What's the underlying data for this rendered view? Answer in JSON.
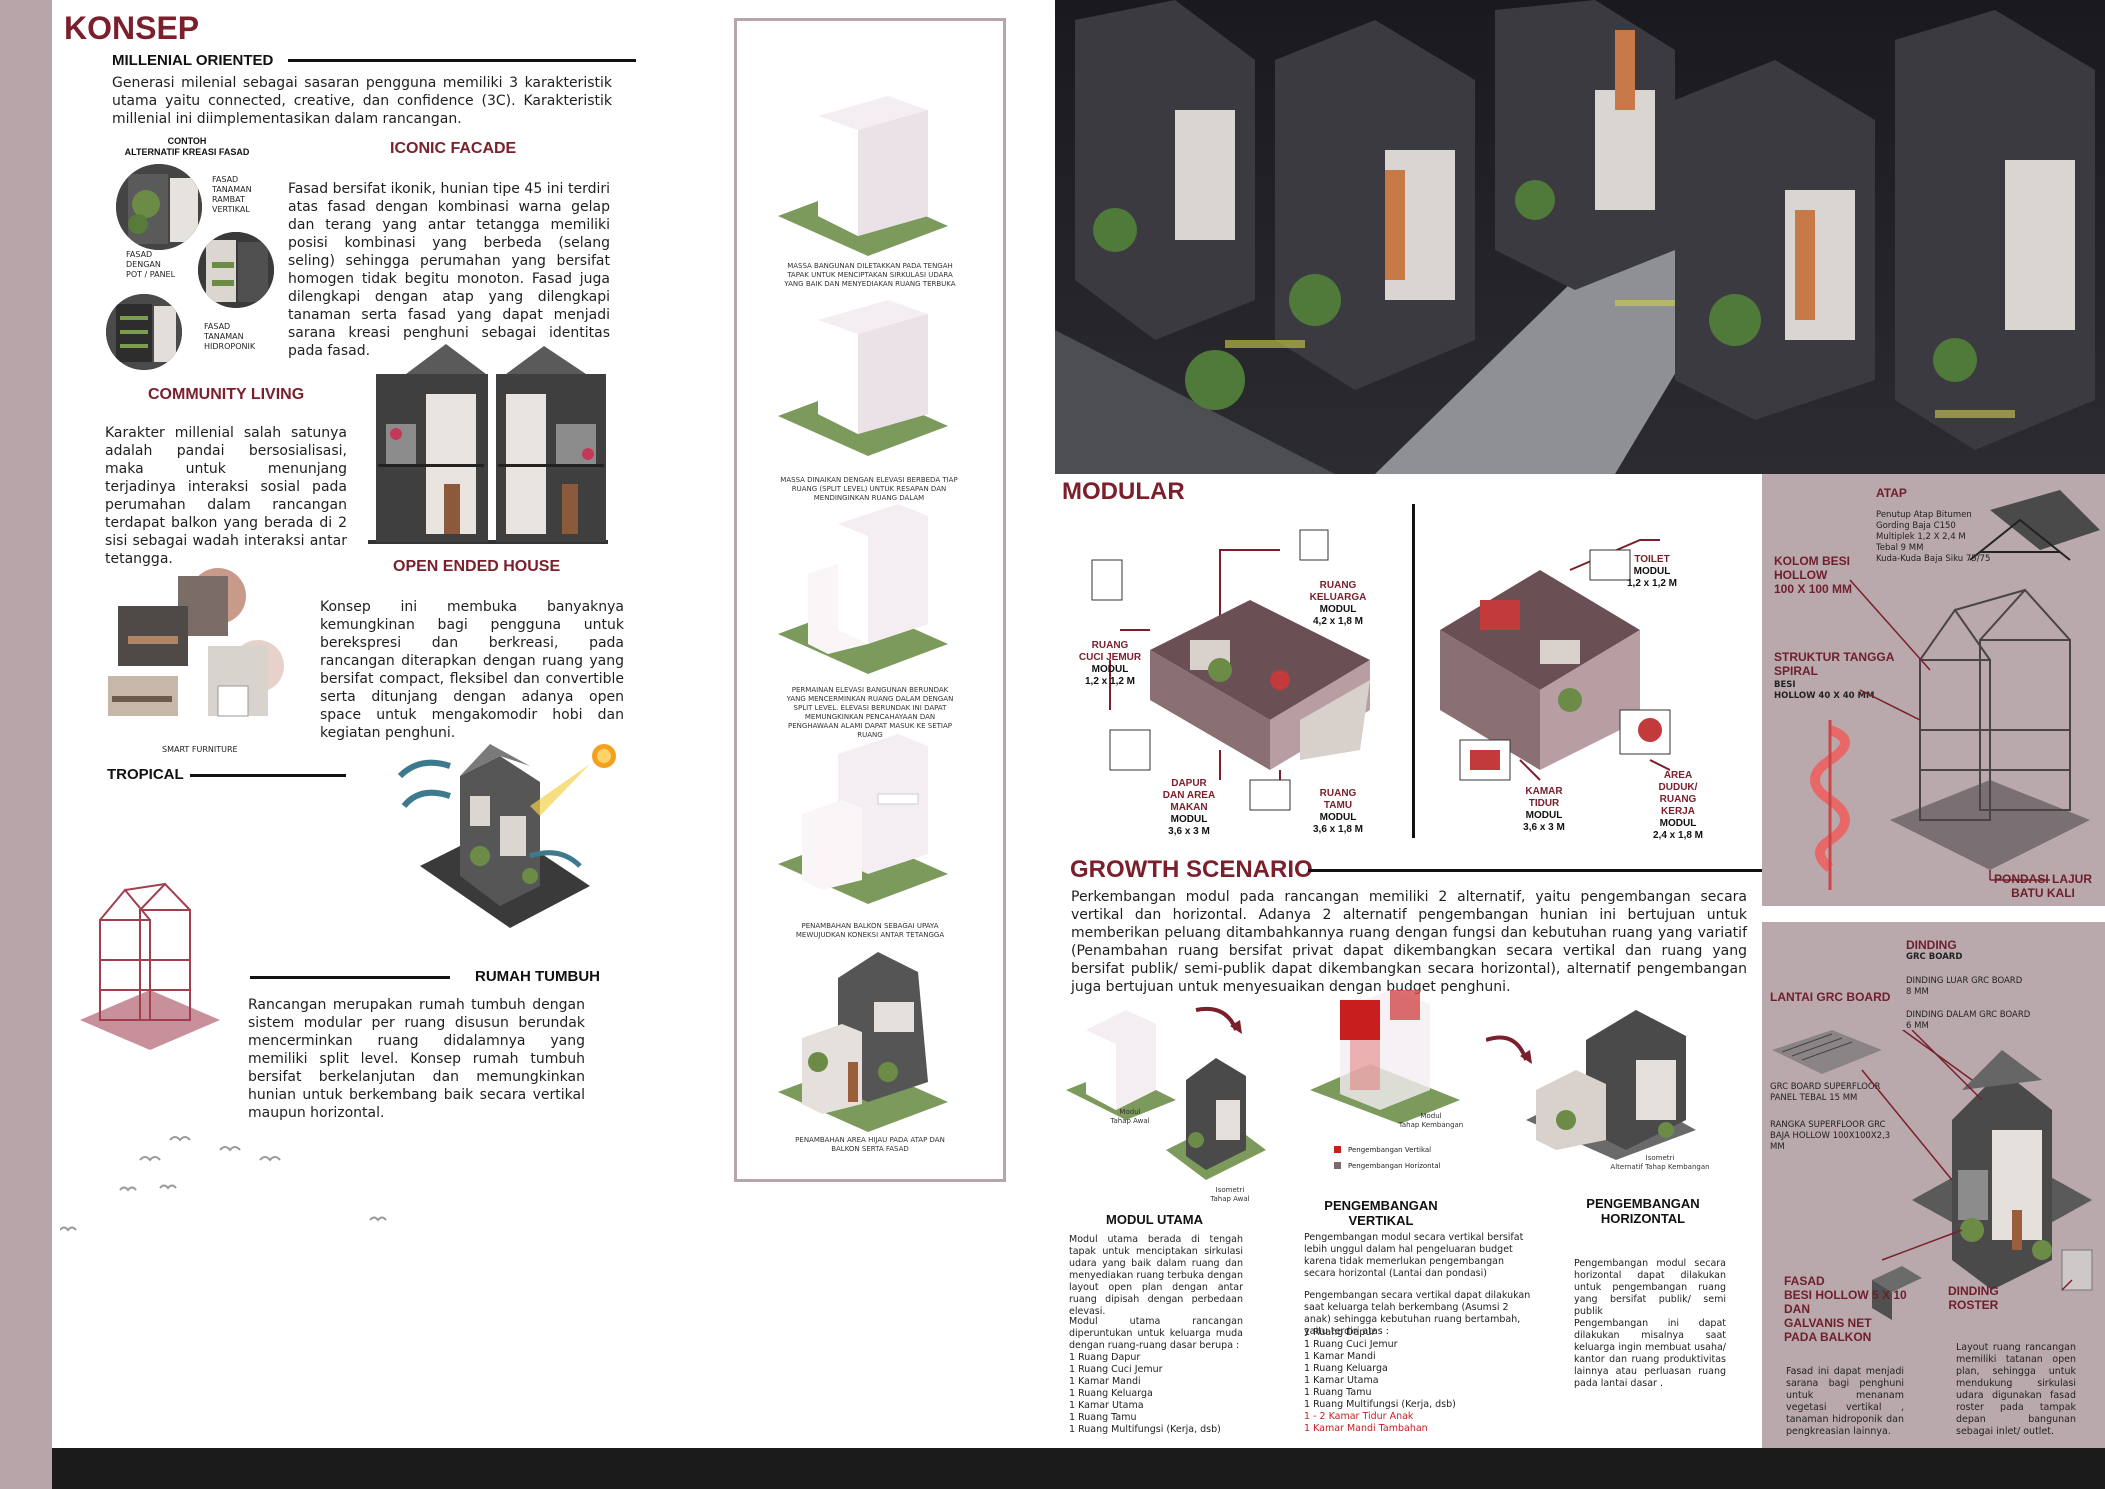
{
  "konsep": {
    "title": "KONSEP",
    "millenial_heading": "MILLENIAL ORIENTED",
    "millenial_text": "Generasi milenial sebagai sasaran pengguna memiliki 3 karakteristik utama yaitu connected, creative, dan confidence (3C). Karakteristik millenial ini diimplementasikan dalam rancangan.",
    "contoh_label": "CONTOH\nALTERNATIF KREASI FASAD",
    "circle_labels": [
      "FASAD\nTANAMAN\nRAMBAT\nVERTIKAL",
      "FASAD\nDENGAN\nPOT / PANEL",
      "FASAD\nTANAMAN\nHIDROPONIK"
    ],
    "iconic_heading": "ICONIC FACADE",
    "iconic_text": "Fasad bersifat ikonik, hunian tipe 45 ini terdiri atas fasad dengan kombinasi warna gelap dan terang yang antar tetangga memiliki posisi kombinasi yang berbeda (selang seling) sehingga perumahan yang bersifat homogen tidak begitu monoton. Fasad juga dilengkapi dengan atap yang dilengkapi tanaman serta fasad yang dapat menjadi sarana kreasi penghuni sebagai identitas pada fasad.",
    "community_heading": "COMMUNITY LIVING",
    "community_text": "Karakter millenial salah satunya adalah pandai bersosialisasi, maka untuk menunjang terjadinya interaksi sosial pada perumahan dalam rancangan terdapat balkon yang berada di 2 sisi sebagai wadah interaksi antar tetangga.",
    "open_heading": "OPEN ENDED HOUSE",
    "open_text": "Konsep ini membuka banyaknya kemungkinan bagi pengguna untuk berekspresi dan berkreasi, pada rancangan diterapkan dengan ruang yang bersifat compact, fleksibel dan convertible serta ditunjang dengan adanya open space untuk mengakomodir hobi dan kegiatan penghuni.",
    "smart_furniture": "SMART FURNITURE",
    "tropical_heading": "TROPICAL",
    "rumah_heading": "RUMAH TUMBUH",
    "rumah_text": "Rancangan merupakan rumah tumbuh dengan sistem modular per ruang disusun berundak mencerminkan ruang didalamnya yang memiliki split level. Konsep rumah tumbuh bersifat berkelanjutan dan memungkinkan hunian untuk berkembang baik secara vertikal maupun horizontal."
  },
  "massing": {
    "captions": [
      "MASSA BANGUNAN DILETAKKAN PADA TENGAH TAPAK UNTUK MENCIPTAKAN SIRKULASI UDARA YANG BAIK DAN MENYEDIAKAN RUANG TERBUKA",
      "MASSA DINAIKAN DENGAN ELEVASI BERBEDA TIAP RUANG (SPLIT LEVEL) UNTUK RESAPAN DAN MENDINGINKAN RUANG DALAM",
      "PERMAINAN ELEVASI BANGUNAN BERUNDAK YANG MENCERMINKAN RUANG DALAM DENGAN SPLIT LEVEL. ELEVASI BERUNDAK INI DAPAT MEMUNGKINKAN PENCAHAYAAN DAN PENGHAWAAN ALAMI DAPAT MASUK KE SETIAP RUANG",
      "PENAMBAHAN BALKON SEBAGAI UPAYA MEWUJUDKAN KONEKSI ANTAR TETANGGA",
      "PENAMBAHAN AREA HIJAU PADA ATAP DAN BALKON SERTA FASAD"
    ]
  },
  "modular": {
    "title": "MODULAR",
    "left_modules": [
      {
        "name": "RUANG\nKELUARGA",
        "modul": "MODUL\n4,2 x 1,8 M"
      },
      {
        "name": "RUANG\nCUCI JEMUR",
        "modul": "MODUL\n1,2 x 1,2 M"
      },
      {
        "name": "DAPUR\nDAN AREA\nMAKAN",
        "modul": "MODUL\n3,6 x 3 M"
      },
      {
        "name": "RUANG\nTAMU",
        "modul": "MODUL\n3,6 x 1,8 M"
      }
    ],
    "right_modules": [
      {
        "name": "TOILET",
        "modul": "MODUL\n1,2 x 1,2 M"
      },
      {
        "name": "KAMAR\nTIDUR",
        "modul": "MODUL\n3,6 x 3 M"
      },
      {
        "name": "AREA\nDUDUK/\nRUANG\nKERJA",
        "modul": "MODUL\n2,4 x 1,8 M"
      }
    ]
  },
  "structure": {
    "atap_title": "ATAP",
    "atap_lines": [
      "Penutup Atap Bitumen",
      "Gording Baja C150",
      "Multiplek 1,2 X 2,4 M",
      "Tebal 9 MM",
      "Kuda-Kuda Baja Siku 75/75"
    ],
    "kolom": "KOLOM BESI\nHOLLOW\n100 X 100 MM",
    "tangga": "STRUKTUR TANGGA\nSPIRAL",
    "tangga_sub": "BESI\nHOLLOW 40 X 40 MM",
    "pondasi": "PONDASI LAJUR\nBATU KALI"
  },
  "material": {
    "dinding_title": "DINDING",
    "dinding_sub": "GRC BOARD",
    "dinding_luar": "DINDING LUAR GRC BOARD\n8 MM",
    "dinding_dalam": "DINDING DALAM GRC BOARD\n6 MM",
    "lantai": "LANTAI GRC BOARD",
    "grc_floor": "GRC BOARD SUPERFLOOR\nPANEL TEBAL 15 MM",
    "rangka": "RANGKA SUPERFLOOR GRC\nBAJA HOLLOW 100X100X2,3\nMM",
    "fasad_title": "FASAD\nBESI HOLLOW 5 X 10\nDAN\nGALVANIS NET\nPADA BALKON",
    "fasad_text": "Fasad ini dapat menjadi sarana bagi penghuni untuk menanam vegetasi vertikal , tanaman hidroponik dan pengkreasian lainnya.",
    "roster_title": "DINDING\nROSTER",
    "roster_text": "Layout ruang rancangan memiliki tatanan open plan, sehingga untuk mendukung sirkulasi udara digunakan fasad roster pada tampak depan bangunan sebagai inlet/ outlet."
  },
  "growth": {
    "title": "GROWTH SCENARIO",
    "text": "Perkembangan modul pada rancangan memiliki 2 alternatif, yaitu pengembangan secara vertikal dan horizontal. Adanya 2 alternatif pengembangan hunian ini bertujuan untuk memberikan peluang ditambahkannya ruang dengan fungsi dan kebutuhan ruang yang variatif (Penambahan ruang bersifat privat dapat dikembangkan secara vertikal dan ruang yang bersifat publik/ semi-publik dapat dikembangkan secara horizontal), alternatif pengembangan juga bertujuan untuk menyesuaikan dengan budget penghuni.",
    "img_labels": [
      "Modul\nTahap Awal",
      "Isometri\nTahap Awal",
      "Modul\nTahap Kembangan",
      "Isometri\nAlternatif Tahap Kembangan"
    ],
    "legend_vertikal": "Pengembangan Vertikal",
    "legend_horizontal": "Pengembangan Horizontal",
    "col1_title": "MODUL UTAMA",
    "col1_p1": "Modul utama berada di tengah tapak untuk menciptakan sirkulasi udara yang baik dalam ruang dan menyediakan ruang terbuka dengan layout open plan dengan antar ruang dipisah dengan perbedaan elevasi.",
    "col1_p2": "Modul utama rancangan diperuntukan untuk keluarga muda dengan ruang-ruang dasar berupa :",
    "col1_list": [
      "1 Ruang Dapur",
      "1 Ruang Cuci Jemur",
      "1 Kamar Mandi",
      "1 Ruang Keluarga",
      "1 Kamar Utama",
      "1 Ruang Tamu",
      "1 Ruang Multifungsi (Kerja, dsb)"
    ],
    "col2_title": "PENGEMBANGAN\nVERTIKAL",
    "col2_p1": "Pengembangan modul secara vertikal bersifat lebih unggul dalam hal pengeluaran budget karena tidak memerlukan pengembangan secara horizontal (Lantai dan pondasi)",
    "col2_p2": "Pengembangan secara vertikal dapat dilakukan saat keluarga telah berkembang (Asumsi 2 anak) sehingga kebutuhan ruang bertambah, yaitu terdiri atas :",
    "col2_list": [
      "1 Ruang Dapur",
      "1 Ruang Cuci Jemur",
      "1 Kamar Mandi",
      "1 Ruang Keluarga",
      "1 Kamar Utama",
      "1 Ruang Tamu",
      "1 Ruang Multifungsi (Kerja, dsb)"
    ],
    "col2_list_red": [
      "1 - 2 Kamar Tidur Anak",
      "1 Kamar Mandi Tambahan"
    ],
    "col3_title": "PENGEMBANGAN\nHORIZONTAL",
    "col3_p1": "Pengembangan modul secara horizontal dapat dilakukan untuk pengembangan ruang yang bersifat publik/ semi publik",
    "col3_p2": "Pengembangan ini dapat dilakukan misalnya saat keluarga ingin membuat usaha/ kantor dan ruang produktivitas lainnya atau perluasan ruang pada lantai dasar ."
  },
  "colors": {
    "accent": "#7a1f2b",
    "mauve": "#b9a9ad",
    "dark": "#1c1c1e",
    "grass": "#7c9a5c"
  }
}
